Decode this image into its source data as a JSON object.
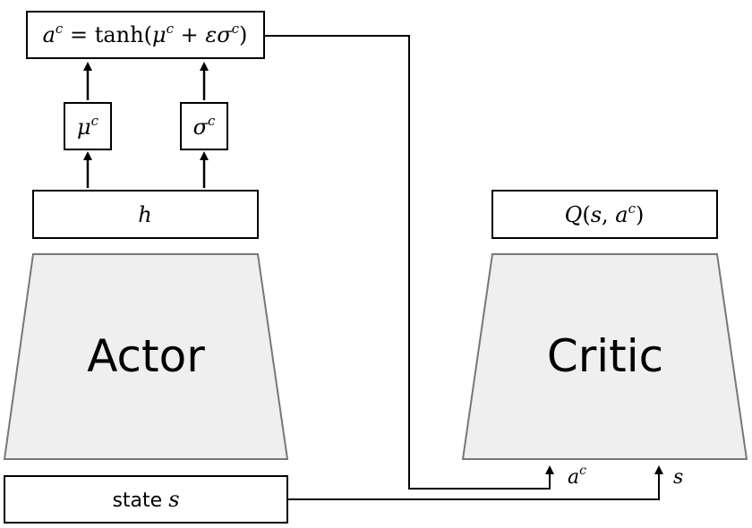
{
  "actor": {
    "label": "Actor",
    "hidden_label": "h",
    "mu_label": "μ",
    "mu_sup": "c",
    "sigma_label": "σ",
    "sigma_sup": "c",
    "action_formula": {
      "lhs": "a",
      "lhs_sup": "c",
      "eq": " = ",
      "fn": "tanh",
      "open": "(",
      "mu": "μ",
      "mu_sup": "c",
      "plus": " + ",
      "eps_sigma": "εσ",
      "sigma_sup": "c",
      "close": ")"
    }
  },
  "critic": {
    "label": "Critic",
    "output": {
      "q": "Q",
      "open": "(",
      "s": "s",
      "comma": ", ",
      "a": "a",
      "a_sup": "c",
      "close": ")"
    },
    "input_action": "a",
    "input_action_sup": "c",
    "input_state": "s"
  },
  "state_box": {
    "text": "state ",
    "var": "s"
  },
  "colors": {
    "trapezoid_fill": "#efefef",
    "trapezoid_stroke": "#777777",
    "box_stroke": "#000000",
    "arrow": "#000000"
  }
}
